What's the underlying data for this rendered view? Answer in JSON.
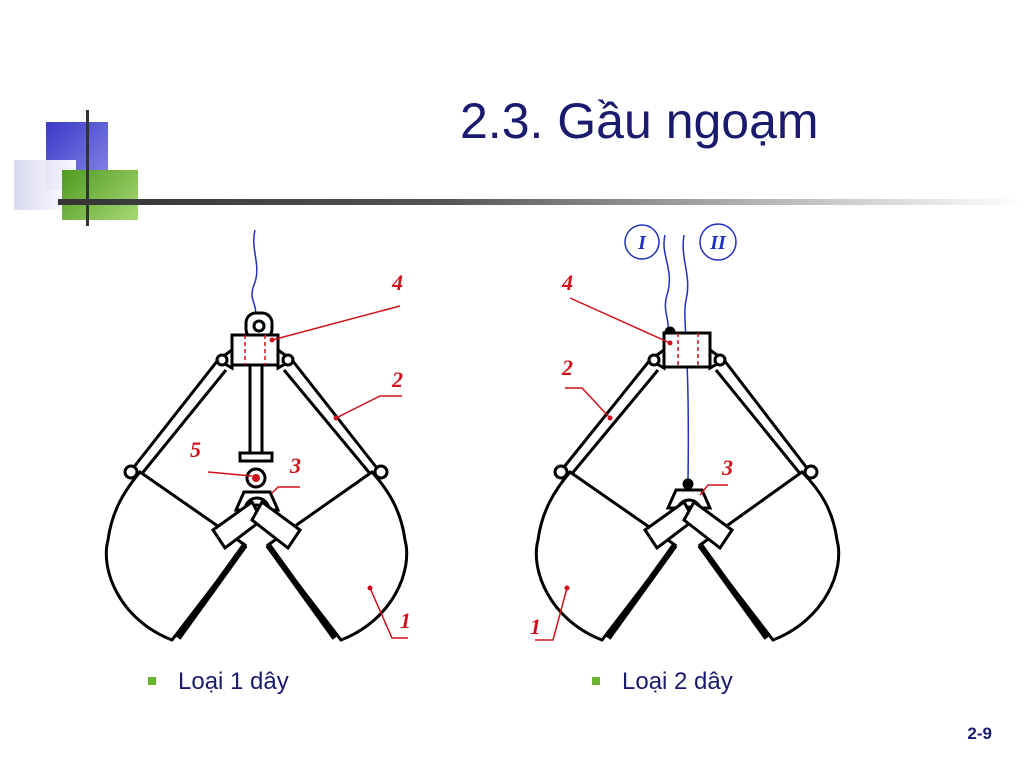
{
  "title": "2.3. Gầu ngoạm",
  "colors": {
    "title": "#1a1a6e",
    "accent_green": "#6ab42d",
    "accent_blue": "#4b4bd0",
    "label_red": "#d0101a",
    "cable_blue": "#2030c0"
  },
  "left_diagram": {
    "labels": {
      "l4": "4",
      "l2": "2",
      "l5": "5",
      "l3": "3",
      "l1": "1"
    }
  },
  "right_diagram": {
    "labels": {
      "l4": "4",
      "l2": "2",
      "l3": "3",
      "l1": "1",
      "cable_I": "I",
      "cable_II": "II"
    }
  },
  "bullets": [
    "Loại 1 dây",
    "Loại 2 dây"
  ],
  "page_number": "2-9"
}
